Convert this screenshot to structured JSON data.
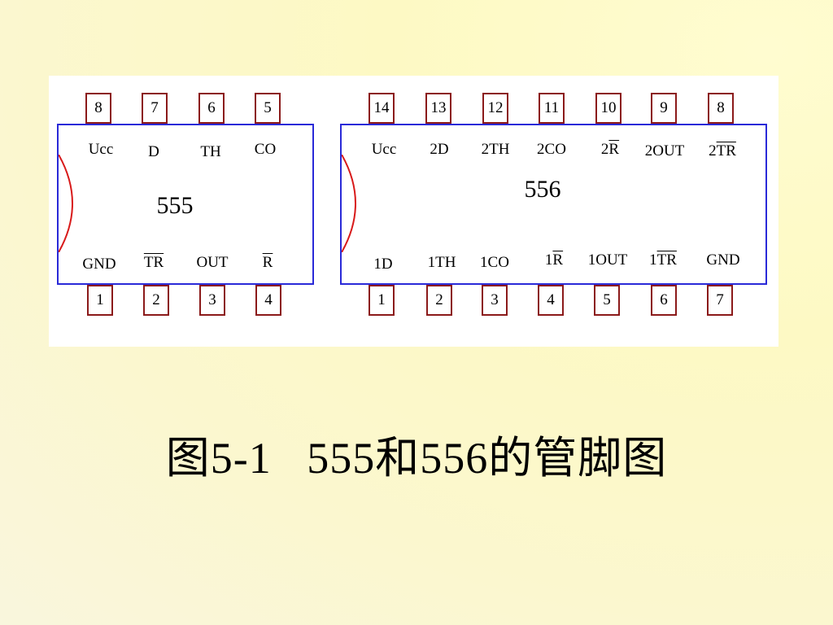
{
  "caption": "图5-1   555和556的管脚图",
  "chip_555": {
    "name": "555",
    "top_pins": [
      {
        "num": "8",
        "label": "Ucc",
        "overline": ""
      },
      {
        "num": "7",
        "label": "D",
        "overline": ""
      },
      {
        "num": "6",
        "label": "TH",
        "overline": ""
      },
      {
        "num": "5",
        "label": "CO",
        "overline": ""
      }
    ],
    "bottom_pins": [
      {
        "num": "1",
        "label": "GND",
        "overline": ""
      },
      {
        "num": "2",
        "label": "",
        "overline": "TR"
      },
      {
        "num": "3",
        "label": "OUT",
        "overline": ""
      },
      {
        "num": "4",
        "label": "",
        "overline": "R"
      }
    ]
  },
  "chip_556": {
    "name": "556",
    "top_pins": [
      {
        "num": "14",
        "label": "Ucc",
        "overline": ""
      },
      {
        "num": "13",
        "label": "2D",
        "overline": ""
      },
      {
        "num": "12",
        "label": "2TH",
        "overline": ""
      },
      {
        "num": "11",
        "label": "2CO",
        "overline": ""
      },
      {
        "num": "10",
        "label": "2",
        "overline": "R"
      },
      {
        "num": "9",
        "label": "2OUT",
        "overline": ""
      },
      {
        "num": "8",
        "label": "2",
        "overline": "TR"
      }
    ],
    "bottom_pins": [
      {
        "num": "1",
        "label": "1D",
        "overline": ""
      },
      {
        "num": "2",
        "label": "1TH",
        "overline": ""
      },
      {
        "num": "3",
        "label": "1CO",
        "overline": ""
      },
      {
        "num": "4",
        "label": "1",
        "overline": "R"
      },
      {
        "num": "5",
        "label": "1OUT",
        "overline": ""
      },
      {
        "num": "6",
        "label": "1",
        "overline": "TR"
      },
      {
        "num": "7",
        "label": "GND",
        "overline": ""
      }
    ]
  }
}
